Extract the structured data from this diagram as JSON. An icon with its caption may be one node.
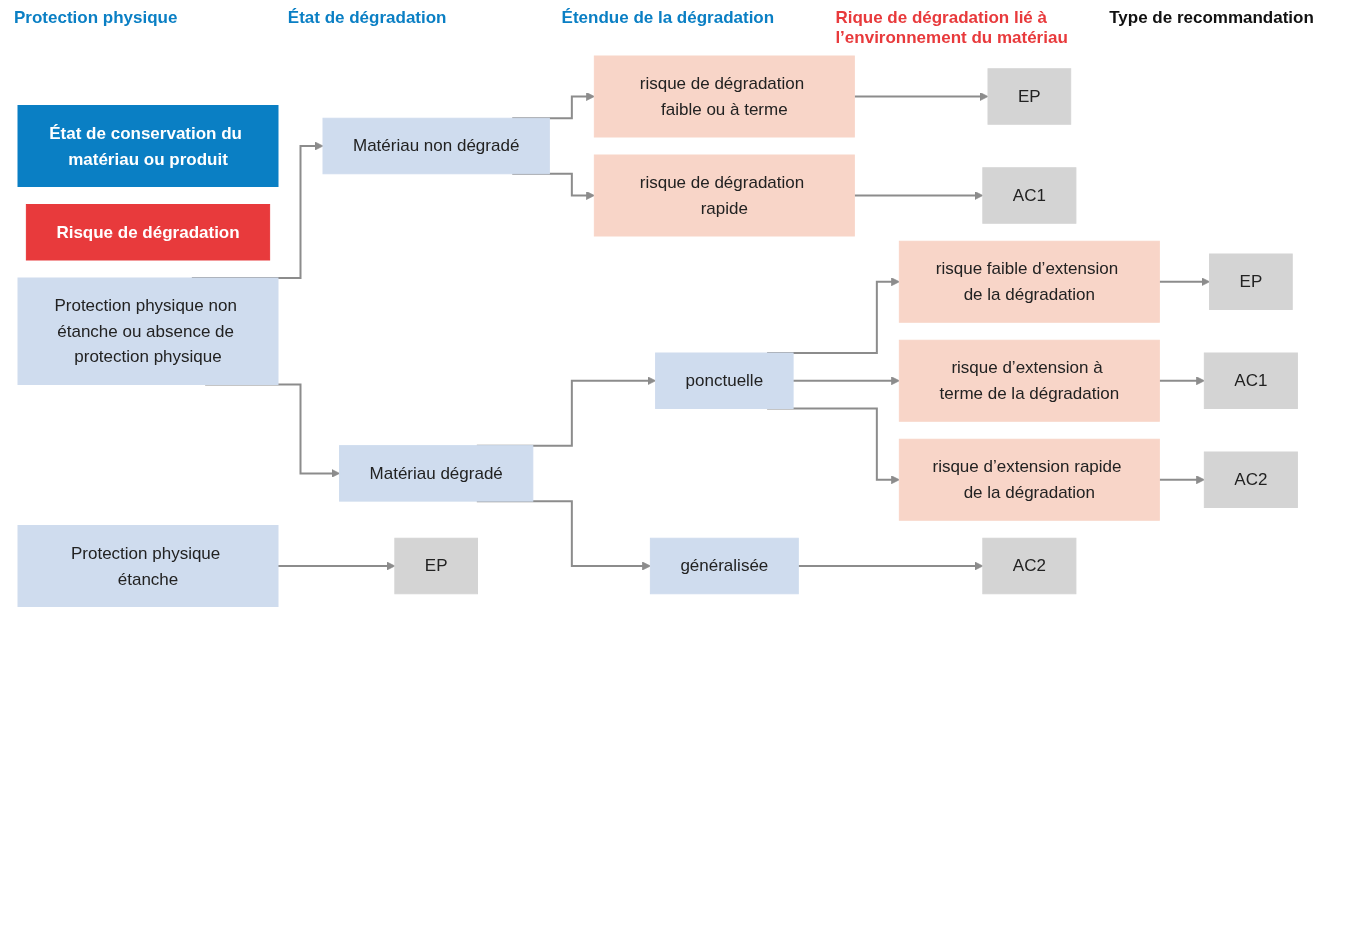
{
  "diagram": {
    "nodes": [
      {
        "text": [
          "État de conservation du matériau ou produit"
        ]
      },
      {
        "text": [
          "Risque de dégradation"
        ]
      },
      {
        "text": [
          "Protection physique étanche"
        ]
      },
      {
        "text": [
          "Protection physique non étanche ou absence de protection physique"
        ]
      },
      {
        "text": [
          "Matériau non dégradé"
        ]
      },
      {
        "text": [
          "Matériau dégradé"
        ]
      },
      {
        "text": [
          "ponctuelle"
        ]
      },
      {
        "text": [
          "généralisée"
        ]
      },
      {
        "text": [
          "risque de dégradation faible ou à terme"
        ]
      },
      {
        "text": [
          "risque de dégradation rapide"
        ]
      },
      {
        "text": [
          "risque faible d’extension de la dégradation"
        ]
      },
      {
        "text": [
          "risque d’extension à terme de la dégradation"
        ]
      },
      {
        "text": [
          "risque d’extension rapide de la dégradation"
        ]
      },
      {
        "text": [
          "EP"
        ]
      },
      {
        "text": [
          "EP"
        ]
      },
      {
        "text": [
          "AC1"
        ]
      },
      {
        "text": [
          "EP"
        ]
      },
      {
        "text": [
          "AC1"
        ]
      },
      {
        "text": [
          "AC2"
        ]
      },
      {
        "text": [
          "AC2"
        ]
      }
    ],
    "edges": [
      {
        "from": 2,
        "to": 13,
        "arrow": "to"
      },
      {
        "from": 3,
        "to": 4,
        "arrow": "to"
      },
      {
        "from": 3,
        "to": 5,
        "arrow": "to"
      },
      {
        "from": 4,
        "to": 8,
        "arrow": "to"
      },
      {
        "from": 4,
        "to": 9,
        "arrow": "to"
      },
      {
        "from": 5,
        "to": 6,
        "arrow": "to"
      },
      {
        "from": 5,
        "to": 7,
        "arrow": "to"
      },
      {
        "from": 6,
        "to": 10,
        "arrow": "to"
      },
      {
        "from": 6,
        "to": 11,
        "arrow": "to"
      },
      {
        "from": 6,
        "to": 12,
        "arrow": "to"
      },
      {
        "from": 8,
        "to": 14,
        "arrow": "to"
      },
      {
        "from": 9,
        "to": 15,
        "arrow": "to"
      },
      {
        "from": 10,
        "to": 16,
        "arrow": "to"
      },
      {
        "from": 11,
        "to": 17,
        "arrow": "to"
      },
      {
        "from": 12,
        "to": 18,
        "arrow": "to"
      },
      {
        "from": 7,
        "to": 19,
        "arrow": "to"
      }
    ],
    "labels": [
      "Protection physique",
      "État de dégradation",
      "Étendue de la dégradation",
      "Rique de dégradation lié à l’environnement du matériau",
      "Type de recommandation"
    ]
  }
}
